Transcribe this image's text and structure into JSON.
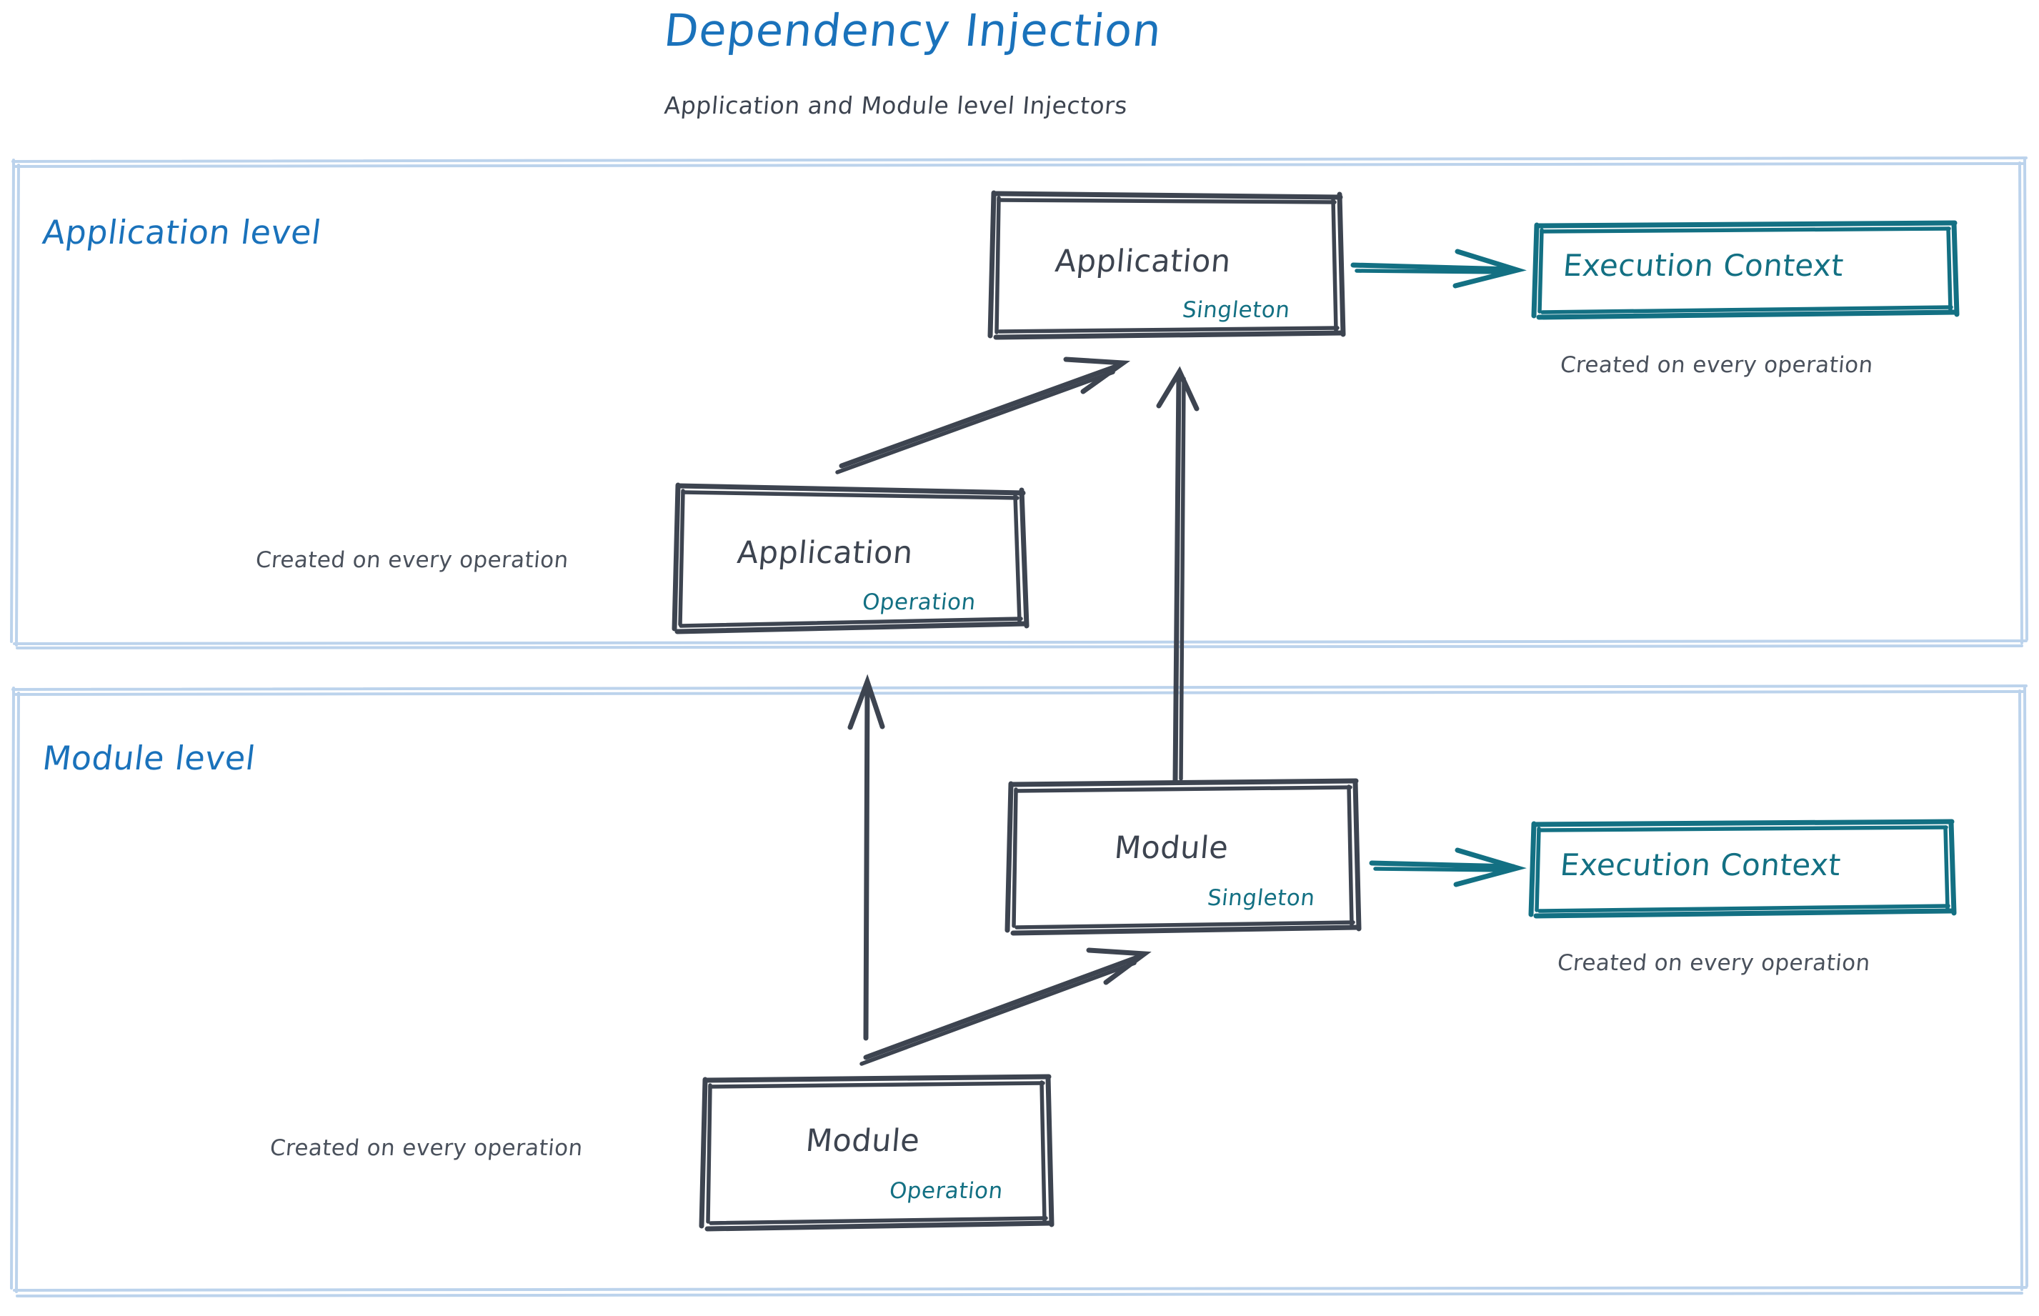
{
  "header": {
    "title": "Dependency Injection",
    "subtitle": "Application and Module level Injectors"
  },
  "colors": {
    "title_blue": "#1a72bb",
    "panel_border_blue": "#bcd3ec",
    "node_ink": "#3d4450",
    "accent_teal": "#137083",
    "caption_gray": "#4a515c",
    "background": "#ffffff"
  },
  "panels": [
    {
      "id": "application-level",
      "label": "Application level"
    },
    {
      "id": "module-level",
      "label": "Module level"
    }
  ],
  "nodes": {
    "application_singleton": {
      "title": "Application",
      "scope": "Singleton"
    },
    "application_operation": {
      "title": "Application",
      "scope": "Operation"
    },
    "module_singleton": {
      "title": "Module",
      "scope": "Singleton"
    },
    "module_operation": {
      "title": "Module",
      "scope": "Operation"
    },
    "execution_context_app": {
      "title": "Execution Context"
    },
    "execution_context_module": {
      "title": "Execution Context"
    }
  },
  "captions": {
    "app_exec_context": "Created on every operation",
    "app_operation": "Created on every operation",
    "module_exec_context": "Created on every operation",
    "module_operation": "Created on every operation"
  },
  "edges": [
    {
      "id": "app-singleton-to-exec-context",
      "from": "application_singleton",
      "to": "execution_context_app",
      "color": "#137083",
      "style": "arrow"
    },
    {
      "id": "app-operation-to-app-singleton",
      "from": "application_operation",
      "to": "application_singleton",
      "color": "#3d4450",
      "style": "arrow"
    },
    {
      "id": "module-singleton-to-app-singleton",
      "from": "module_singleton",
      "to": "application_singleton",
      "color": "#3d4450",
      "style": "arrow"
    },
    {
      "id": "module-singleton-to-exec-context",
      "from": "module_singleton",
      "to": "execution_context_module",
      "color": "#137083",
      "style": "arrow"
    },
    {
      "id": "module-operation-to-module-singleton",
      "from": "module_operation",
      "to": "module_singleton",
      "color": "#3d4450",
      "style": "arrow"
    },
    {
      "id": "module-operation-to-application-level",
      "from": "module_operation",
      "to": "application-level",
      "color": "#3d4450",
      "style": "arrow"
    }
  ]
}
